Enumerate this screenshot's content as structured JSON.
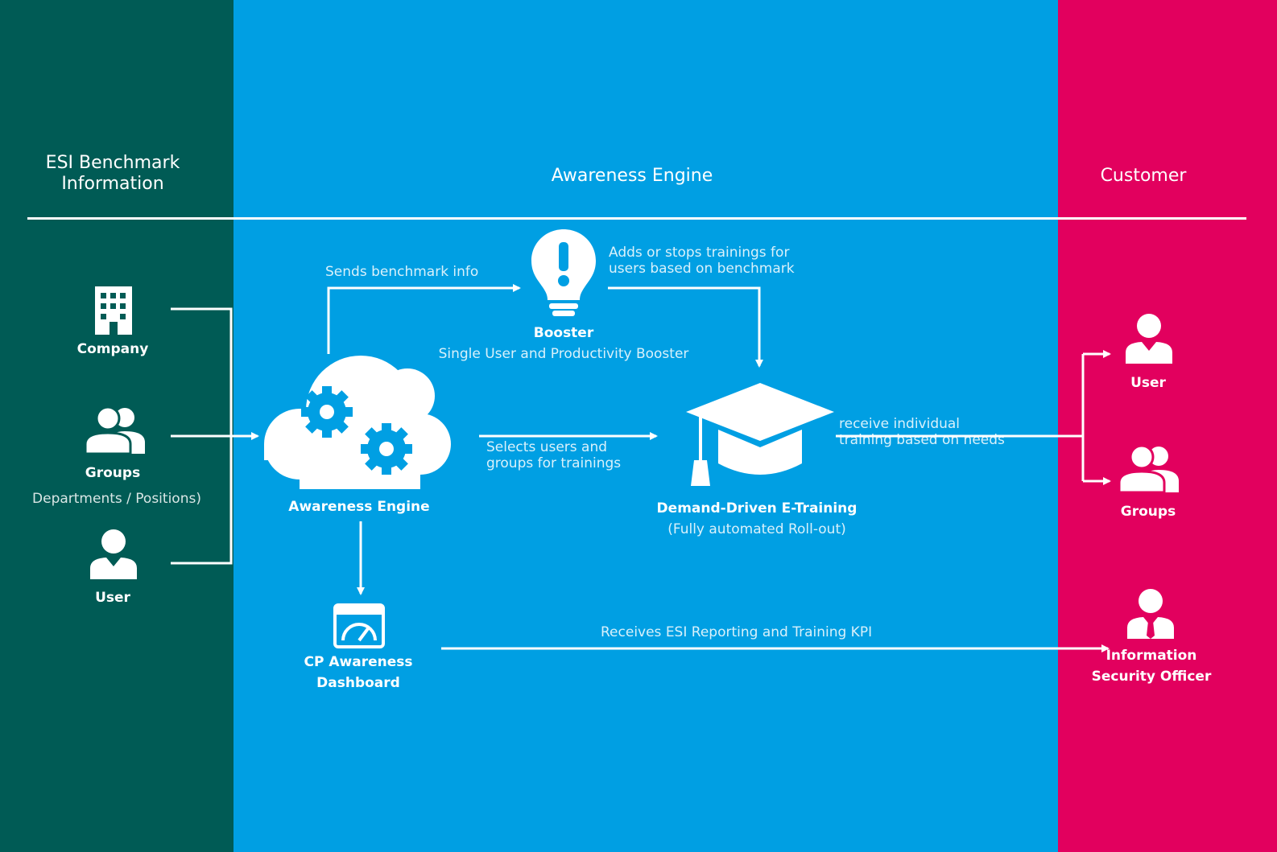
{
  "columns": {
    "left_title": "ESI  Benchmark\nInformation",
    "middle_title": "Awareness Engine",
    "right_title": "Customer"
  },
  "sources": {
    "company": "Company",
    "groups": "Groups",
    "groups_sub": "Departments / Positions)",
    "user": "User"
  },
  "engine": {
    "label": "Awareness Engine",
    "sends_label": "Sends benchmark info",
    "selects_label": "Selects users and\ngroups for trainings"
  },
  "booster": {
    "title": "Booster",
    "subtitle": "Single User and Productivity Booster",
    "adds_label": "Adds or stops trainings for\nusers based on benchmark"
  },
  "training": {
    "title": "Demand-Driven E-Training",
    "subtitle": "(Fully automated Roll-out)",
    "receive_label": "receive individual\ntraining based on needs"
  },
  "dashboard": {
    "title": "CP Awareness\nDashboard",
    "receives_label": "Receives ESI Reporting and Training KPI"
  },
  "customer": {
    "user": "User",
    "groups": "Groups",
    "officer": "Information\nSecurity Officer"
  },
  "colors": {
    "left_bg": "#005b55",
    "middle_bg": "#009fe3",
    "right_bg": "#e2005e",
    "foreground": "#ffffff"
  }
}
